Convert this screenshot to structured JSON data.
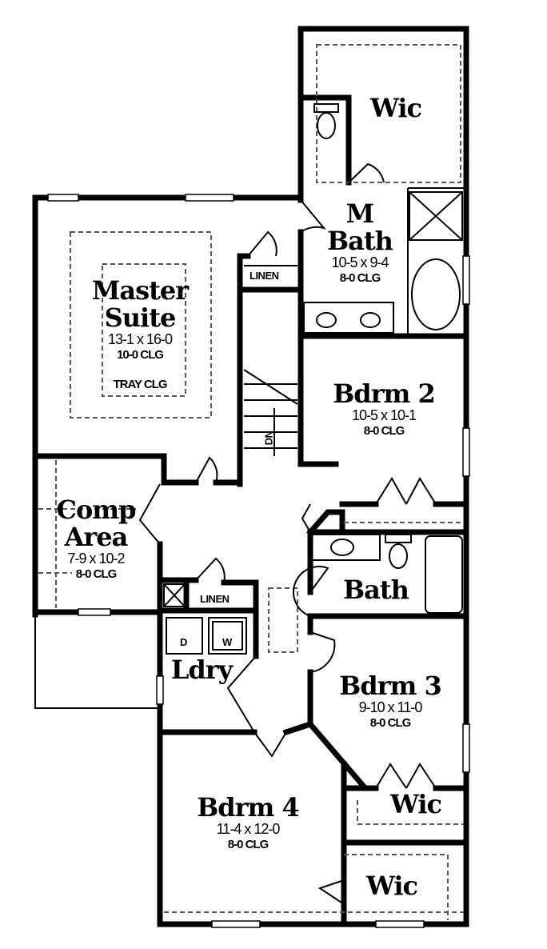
{
  "rooms": {
    "wic_top": {
      "name": "Wic"
    },
    "m_bath": {
      "name_line1": "M",
      "name_line2": "Bath",
      "size": "10-5 x 9-4",
      "ceiling": "8-0 CLG"
    },
    "master_suite": {
      "name_line1": "Master",
      "name_line2": "Suite",
      "size": "13-1 x 16-0",
      "ceiling": "10-0 CLG",
      "note": "TRAY CLG"
    },
    "bdrm2": {
      "name": "Bdrm 2",
      "size": "10-5 x 10-1",
      "ceiling": "8-0 CLG"
    },
    "comp_area": {
      "name_line1": "Comp",
      "name_line2": "Area",
      "size": "7-9 x 10-2",
      "ceiling": "8-0 CLG"
    },
    "bath": {
      "name": "Bath"
    },
    "ldry": {
      "name": "Ldry",
      "dryer": "D",
      "washer": "W"
    },
    "bdrm3": {
      "name": "Bdrm 3",
      "size": "9-10 x 11-0",
      "ceiling": "8-0 CLG"
    },
    "wic_bdrm3": {
      "name": "Wic"
    },
    "bdrm4": {
      "name": "Bdrm 4",
      "size": "11-4 x 12-0",
      "ceiling": "8-0 CLG"
    },
    "wic_bdrm4": {
      "name": "Wic"
    }
  },
  "labels": {
    "linen_upper": "LINEN",
    "linen_lower": "LINEN",
    "stairs": "DN"
  }
}
